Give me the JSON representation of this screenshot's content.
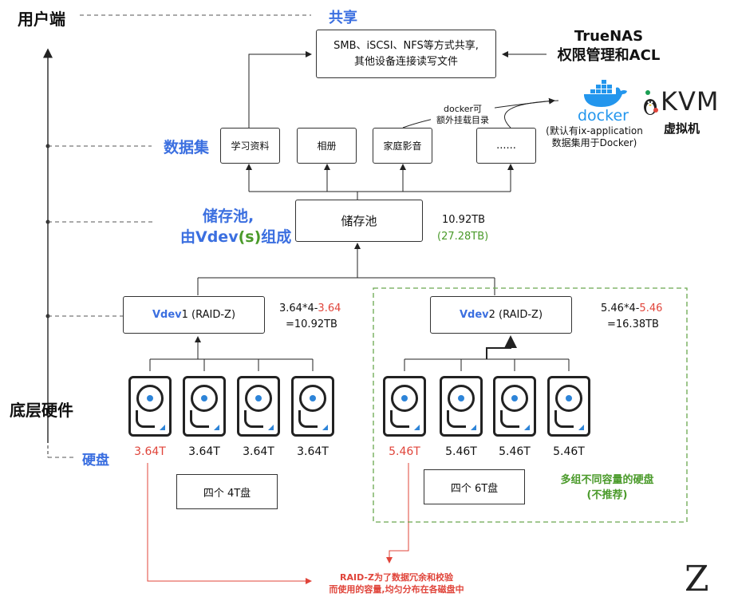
{
  "left_axis": {
    "top_label": "用户端",
    "bottom_label": "底层硬件"
  },
  "layers": {
    "share": "共享",
    "dataset": "数据集",
    "pool_line1": "储存池,",
    "pool_line2_prefix": "由Vdev",
    "pool_line2_paren": "(s)",
    "pool_line2_suffix": "组成",
    "disk": "硬盘"
  },
  "share_box": {
    "line1": "SMB、iSCSI、NFS等方式共享,",
    "line2": "其他设备连接读写文件"
  },
  "truenas": {
    "line1": "TrueNAS",
    "line2": "权限管理和ACL"
  },
  "docker": {
    "logo_text": "docker",
    "note_line1": "(默认有ix-application",
    "note_line2": "数据集用于Docker)",
    "mount_line1": "docker可",
    "mount_line2": "额外挂载目录"
  },
  "kvm": {
    "logo_text": "KVM",
    "label": "虚拟机"
  },
  "datasets": [
    "学习资料",
    "相册",
    "家庭影音",
    "......"
  ],
  "pool": {
    "label": "储存池",
    "size": "10.92TB",
    "raw": "(27.28TB)"
  },
  "vdev1": {
    "name": "Vdev",
    "num": "1",
    "type": "(RAID-Z)",
    "calc_prefix": "3.64*4-",
    "calc_red": "3.64",
    "calc_result": "=10.92TB"
  },
  "vdev2": {
    "name": "Vdev",
    "num": "2",
    "type": "(RAID-Z)",
    "calc_prefix": "5.46*4-",
    "calc_red": "5.46",
    "calc_result": "=16.38TB"
  },
  "disks1": [
    "3.64T",
    "3.64T",
    "3.64T",
    "3.64T"
  ],
  "disks2": [
    "5.46T",
    "5.46T",
    "5.46T",
    "5.46T"
  ],
  "group1_label": "四个 4T盘",
  "group2_label": "四个 6T盘",
  "warning": {
    "line1": "多组不同容量的硬盘",
    "line2": "(不推荐)"
  },
  "raidz_note": {
    "line1": "RAID-Z为了数据冗余和校验",
    "line2": "而使用的容量,均匀分布在各磁盘中"
  },
  "signature": "Z",
  "colors": {
    "blue": "#3b6fe0",
    "red": "#e0443a",
    "green": "#4a9a2a",
    "docker_blue": "#2396ed"
  }
}
